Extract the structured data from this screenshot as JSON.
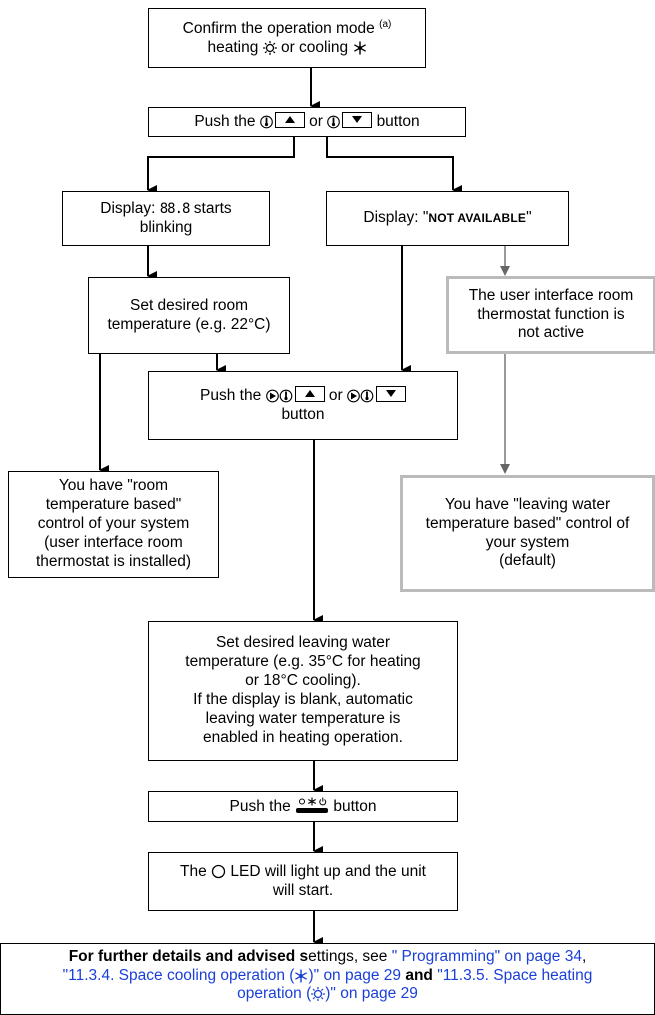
{
  "boxes": {
    "confirm": {
      "line1": "Confirm the operation mode",
      "note": "(a)",
      "line2_a": "heating",
      "line2_b": "or cooling"
    },
    "push1": {
      "a": "Push the",
      "b": "or",
      "c": "button"
    },
    "display1": {
      "a": "Display:",
      "seg": "88.8",
      "b": "starts",
      "c": "blinking"
    },
    "display2": {
      "a": "Display: \"",
      "caps": "NOT AVAILABLE",
      "b": "\""
    },
    "ui_inactive": {
      "l1": "The user interface room",
      "l2": "thermostat function is",
      "l3": "not active"
    },
    "set_room": {
      "l1": "Set desired room",
      "l2": "temperature (e.g. 22°C)"
    },
    "push2": {
      "a": "Push the",
      "b": "or",
      "c": "button"
    },
    "room_based": {
      "l1": "You have \"room",
      "l2": "temperature based\"",
      "l3": "control of your system",
      "l4": "(user interface room",
      "l5": "thermostat is installed)"
    },
    "lw_based": {
      "l1": "You have \"leaving water",
      "l2": "temperature based\" control of",
      "l3": "your system",
      "l4": "(default)"
    },
    "set_lw": {
      "l1": "Set desired leaving water",
      "l2": "temperature (e.g. 35°C for heating",
      "l3": "or 18°C cooling).",
      "l4": "If the display is blank, automatic",
      "l5": "leaving water temperature is",
      "l6": "enabled in heating operation."
    },
    "push3": {
      "a": "Push the",
      "b": "button"
    },
    "led": {
      "a": "The",
      "b": "LED will light up and the unit",
      "c": "will start."
    },
    "details": {
      "p1": "For further details and advised s",
      "p2": "ettings, see ",
      "link1": "\" Programming\" on page 34",
      "p3": ",",
      "link2": "\"11.3.4.  Space cooling operation (",
      "link2b": ")\" on page 29",
      "p4": " and ",
      "link3": "\"11.3.5.  Space heating",
      "link3b": "operation (",
      "link3c": ")\" on page 29"
    }
  }
}
